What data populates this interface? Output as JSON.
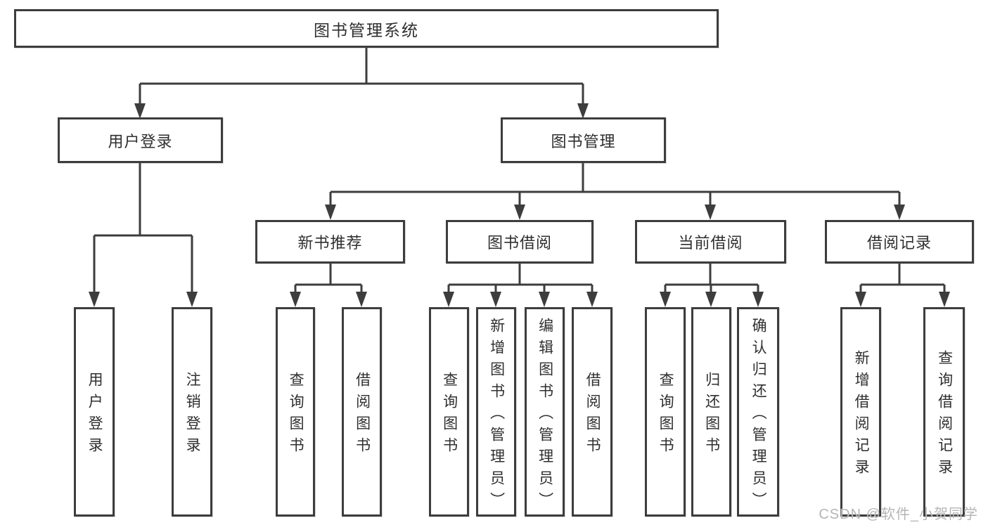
{
  "tree": {
    "root": {
      "label": "图书管理系统",
      "children": [
        {
          "label": "用户登录",
          "children": [
            {
              "label": "用户登录"
            },
            {
              "label": "注销登录"
            }
          ]
        },
        {
          "label": "图书管理",
          "children": [
            {
              "label": "新书推荐",
              "children": [
                {
                  "label": "查询图书"
                },
                {
                  "label": "借阅图书"
                }
              ]
            },
            {
              "label": "图书借阅",
              "children": [
                {
                  "label": "查询图书"
                },
                {
                  "label": "新增图书（管理员）"
                },
                {
                  "label": "编辑图书（管理员）"
                },
                {
                  "label": "借阅图书"
                }
              ]
            },
            {
              "label": "当前借阅",
              "children": [
                {
                  "label": "查询图书"
                },
                {
                  "label": "归还图书"
                },
                {
                  "label": "确认归还（管理员）"
                }
              ]
            },
            {
              "label": "借阅记录",
              "children": [
                {
                  "label": "新增借阅记录"
                },
                {
                  "label": "查询借阅记录"
                }
              ]
            }
          ]
        }
      ]
    }
  },
  "watermark": "CSDN @软件_小贺同学",
  "colors": {
    "line": "#3d3d3d",
    "text": "#2f2f2f",
    "watermark": "#b5b5b5",
    "background": "#ffffff"
  }
}
